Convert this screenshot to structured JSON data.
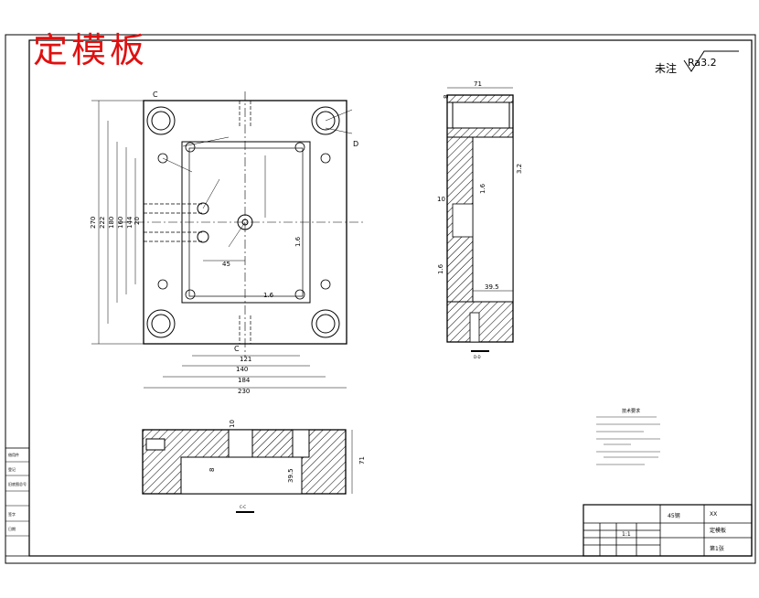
{
  "title": "定模板",
  "roughness_note": {
    "prefix": "未注",
    "value": "Ra3.2"
  },
  "plan_view": {
    "dimensions": {
      "overall_width": "230",
      "width_184": "184",
      "width_140": "140",
      "width_121": "121",
      "offset_45": "45",
      "height_270": "270",
      "height_222": "222",
      "height_180": "180",
      "height_160": "160",
      "height_144": "144",
      "height_20": "20"
    },
    "section_marks": {
      "top": "C",
      "bottom": "C",
      "right": "D"
    },
    "roughness_labels": [
      "1.6",
      "1.6"
    ]
  },
  "side_view": {
    "dimensions": {
      "top_width": "71",
      "depth_39_5": "39.5",
      "step_10": "10",
      "step_8": "8"
    },
    "roughness_labels": [
      "3.2",
      "1.6",
      "1.6"
    ],
    "section_label": "D-D"
  },
  "bottom_view": {
    "dimensions": {
      "height_71": "71",
      "depth_39_5": "39.5",
      "step_10": "10",
      "step_8": "8"
    },
    "section_label": "C-C"
  },
  "tech_notes": {
    "heading": "技术要求"
  },
  "title_block": {
    "part_name": "定模板",
    "material": "45钢",
    "scale": "1:1",
    "school": "XX",
    "sheet": "第1张"
  },
  "left_strip": [
    "借用件",
    "登记",
    "旧底图总号",
    "签字",
    "日期"
  ]
}
